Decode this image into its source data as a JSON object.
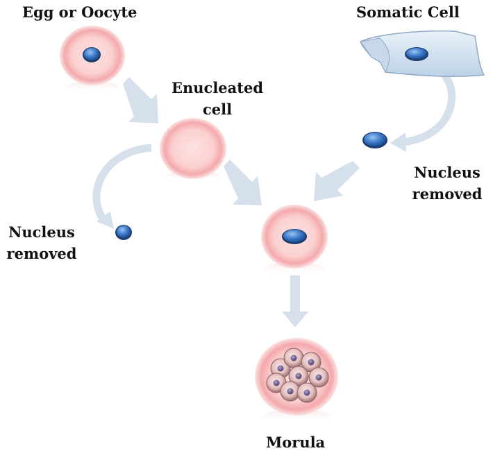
{
  "labels": {
    "egg": "Egg or Oocyte",
    "somatic": "Somatic Cell",
    "enucleated_line1": "Enucleated",
    "enucleated_line2": "cell",
    "nucleus_removed_right_line1": "Nucleus",
    "nucleus_removed_right_line2": "removed",
    "nucleus_removed_left_line1": "Nucleus",
    "nucleus_removed_left_line2": "removed",
    "morula": "Morula"
  },
  "colors": {
    "cell_fill": "#fbd3d3",
    "cell_ring": "#f1a3a6",
    "nucleus": "#3d78c8",
    "arrow": "#d6e0ec",
    "somatic_fill": "#d5e3f0",
    "somatic_edge": "#8fa8c4",
    "text": "#111111"
  }
}
